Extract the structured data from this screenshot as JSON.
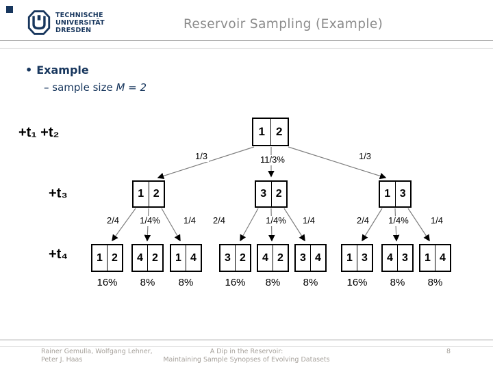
{
  "colors": {
    "brand_navy": "#17365d",
    "title_gray": "#8b8b8b",
    "footer_gray": "#a6a19b",
    "tree_line_gray": "#7f7f7f"
  },
  "header": {
    "logo_text": {
      "line1": "TECHNISCHE",
      "line2": "UNIVERSITÄT",
      "line3": "DRESDEN"
    },
    "title": "Reservoir Sampling (Example)"
  },
  "bullets": {
    "main": "Example",
    "sub_dash": "–",
    "sub_text": "sample size",
    "sub_math": "M = 2"
  },
  "tree": {
    "time_labels": [
      "+t₁ +t₂",
      "+t₃",
      "+t₄"
    ],
    "root": {
      "cells": [
        "1",
        "2"
      ]
    },
    "level1_edge_labels": [
      "1/3",
      "11/3%",
      "1/3"
    ],
    "level2_nodes": [
      {
        "cells": [
          "1",
          "2"
        ]
      },
      {
        "cells": [
          "3",
          "2"
        ]
      },
      {
        "cells": [
          "1",
          "3"
        ]
      }
    ],
    "level2_edge_labels": [
      "2/4",
      "1/4%",
      "1/4",
      "2/4",
      "1/4%",
      "1/4",
      "2/4",
      "1/4%",
      "1/4"
    ],
    "leaves": [
      {
        "cells": [
          "1",
          "2"
        ],
        "percent": "16%"
      },
      {
        "cells": [
          "4",
          "2"
        ],
        "percent": "8%"
      },
      {
        "cells": [
          "1",
          "4"
        ],
        "percent": "8%"
      },
      {
        "cells": [
          "3",
          "2"
        ],
        "percent": "16%"
      },
      {
        "cells": [
          "4",
          "2"
        ],
        "percent": "8%"
      },
      {
        "cells": [
          "3",
          "4"
        ],
        "percent": "8%"
      },
      {
        "cells": [
          "1",
          "3"
        ],
        "percent": "16%"
      },
      {
        "cells": [
          "4",
          "3"
        ],
        "percent": "8%"
      },
      {
        "cells": [
          "1",
          "4"
        ],
        "percent": "8%"
      }
    ]
  },
  "footer": {
    "authors_line1": "Rainer Gemulla, Wolfgang Lehner,",
    "authors_line2": "Peter J. Haas",
    "title_line1": "A Dip in the Reservoir:",
    "title_line2": "Maintaining Sample Synopses of Evolving Datasets",
    "page_number": "8"
  }
}
